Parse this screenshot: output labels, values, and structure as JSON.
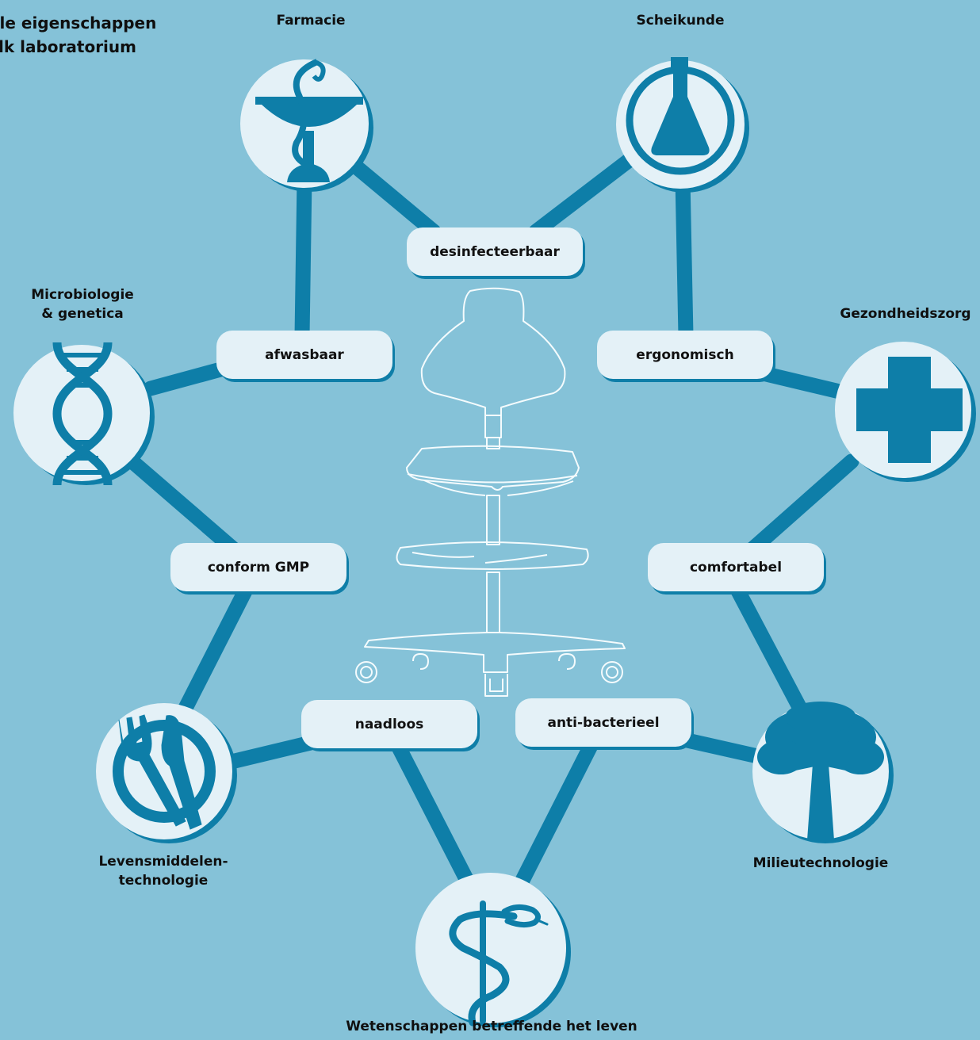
{
  "title": {
    "line1": "ale eigenschappen",
    "line2": "lk laboratorium"
  },
  "fields": {
    "farmacie": "Farmacie",
    "scheikunde": "Scheikunde",
    "microbiologie_1": "Microbiologie",
    "microbiologie_2": "& genetica",
    "gezondheidszorg": "Gezondheidszorg",
    "levensmiddelen_1": "Levensmiddelen-",
    "levensmiddelen_2": "technologie",
    "milieu": "Milieutechnologie",
    "life_sciences": "Wetenschappen betreffende het leven"
  },
  "properties": {
    "desinfecteerbaar": "desinfecteerbaar",
    "afwasbaar": "afwasbaar",
    "ergonomisch": "ergonomisch",
    "conform_gmp": "conform GMP",
    "comfortabel": "comfortabel",
    "naadloos": "naadloos",
    "anti_bacterieel": "anti-bacterieel"
  },
  "icons": [
    "pharmacy-bowl-icon",
    "flask-icon",
    "dna-icon",
    "medical-cross-icon",
    "fork-knife-icon",
    "tree-icon",
    "aesculapius-staff-icon",
    "lab-chair-illustration"
  ],
  "colors": {
    "background": "#85c2d8",
    "connector": "#0e7ea8",
    "circle_fill": "#e4f1f7",
    "pill_fill": "#e4f1f7",
    "text": "#0f0f0f"
  }
}
